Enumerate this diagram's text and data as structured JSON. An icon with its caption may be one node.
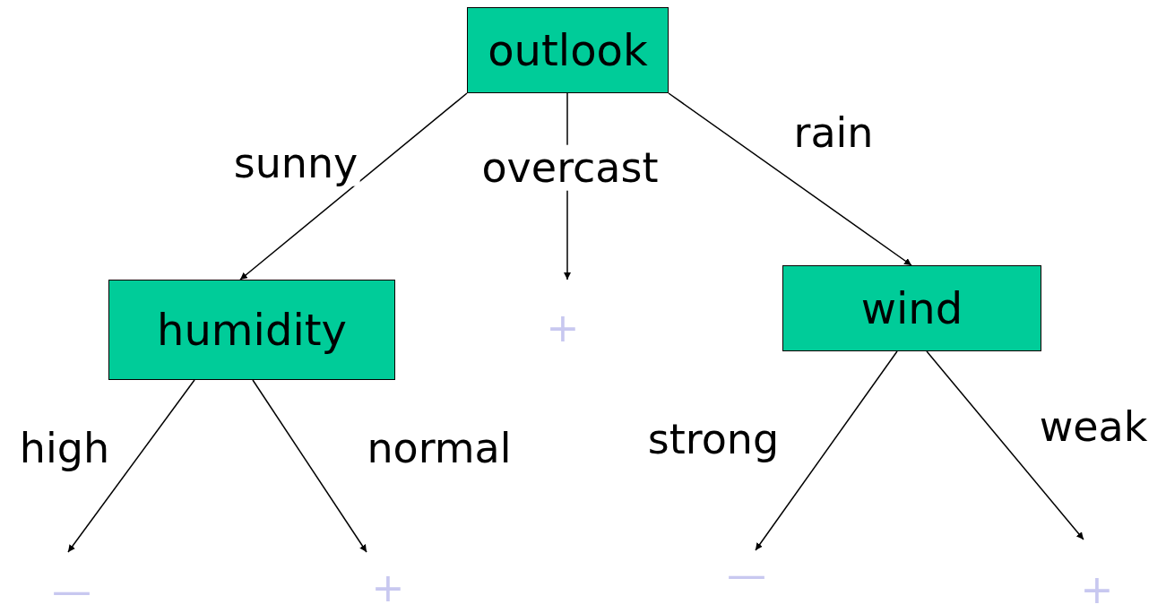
{
  "diagram": {
    "nodes": [
      {
        "text": [
          "outlook"
        ]
      },
      {
        "text": [
          "humidity"
        ]
      },
      {
        "text": [
          "+"
        ]
      },
      {
        "text": [
          "wind"
        ]
      },
      {
        "text": [
          "—"
        ]
      },
      {
        "text": [
          "+"
        ]
      },
      {
        "text": [
          "—"
        ]
      },
      {
        "text": [
          "+"
        ]
      }
    ],
    "edges": [
      {
        "from": 0,
        "to": 1,
        "arrow": "to",
        "label": "sunny"
      },
      {
        "from": 0,
        "to": 2,
        "arrow": "to",
        "label": "overcast"
      },
      {
        "from": 0,
        "to": 3,
        "arrow": "to",
        "label": "rain"
      },
      {
        "from": 1,
        "to": 4,
        "arrow": "to",
        "label": "high"
      },
      {
        "from": 1,
        "to": 5,
        "arrow": "to",
        "label": "normal"
      },
      {
        "from": 3,
        "to": 6,
        "arrow": "to",
        "label": "strong"
      },
      {
        "from": 3,
        "to": 7,
        "arrow": "to",
        "label": "weak"
      }
    ]
  }
}
